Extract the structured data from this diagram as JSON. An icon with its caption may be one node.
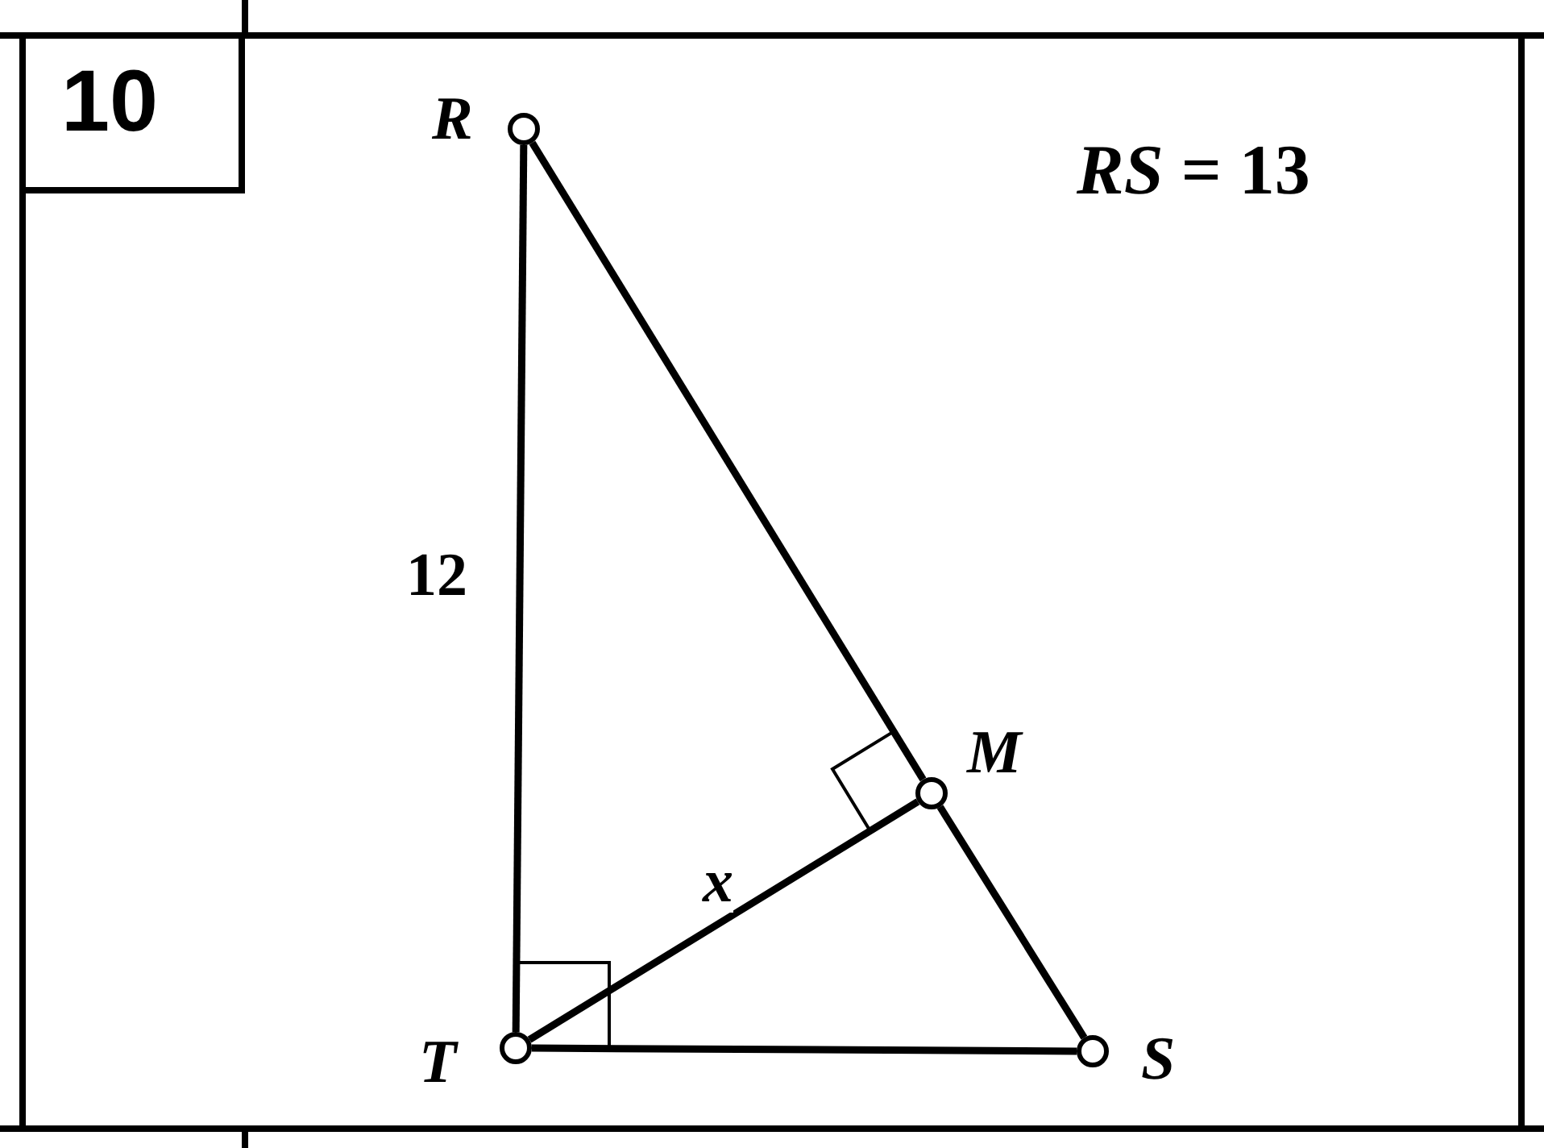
{
  "diagram": {
    "nodes": [
      {
        "text": [],
        "shape": "circle",
        "beside": [
          "R"
        ]
      },
      {
        "text": [],
        "shape": "circle",
        "beside": [
          "M"
        ]
      },
      {
        "text": [],
        "shape": "circle",
        "beside": [
          "T"
        ]
      },
      {
        "text": [],
        "shape": "circle",
        "beside": [
          "S"
        ]
      }
    ],
    "edges": [
      {
        "from": 0,
        "to": 2,
        "arrow": "none",
        "label": "12"
      },
      {
        "from": 0,
        "to": 1,
        "arrow": "none"
      },
      {
        "from": 1,
        "to": 3,
        "arrow": "none"
      },
      {
        "from": 2,
        "to": 3,
        "arrow": "none"
      },
      {
        "from": 2,
        "to": 1,
        "arrow": "none",
        "label": "x"
      }
    ],
    "labels": [
      "10",
      "*RS* = 13"
    ]
  }
}
